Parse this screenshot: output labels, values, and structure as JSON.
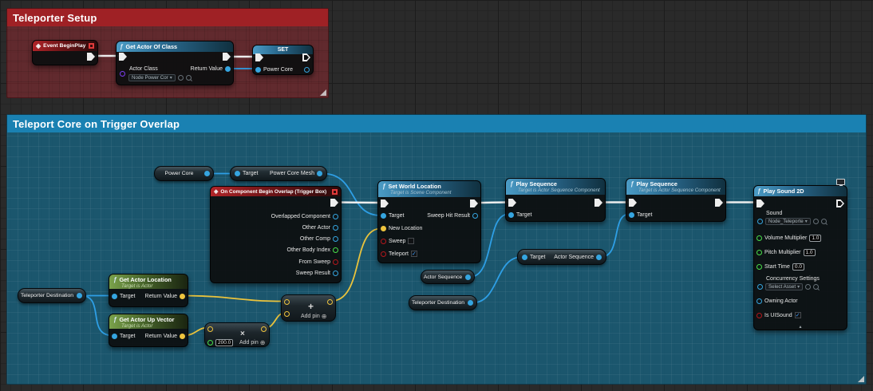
{
  "comments": {
    "setup": {
      "title": "Teleporter Setup"
    },
    "trigger": {
      "title": "Teleport Core on Trigger Overlap"
    }
  },
  "icons": {
    "fn": "ƒ",
    "event": "◈",
    "chevron_down": "▾",
    "add_pin": "⊕",
    "check": "✓",
    "collapse": "▴"
  },
  "colors": {
    "comment_setup_header": "#9f2125",
    "comment_trigger_header": "#1a81b2",
    "exec_wire": "#ededed",
    "object_pin": "#35a5e0",
    "vector_pin": "#eec43e",
    "float_pin": "#49e04b",
    "bool_pin": "#b3171c",
    "class_pin": "#7b3df0"
  },
  "nodes": {
    "event_begin_play": {
      "title": "Event BeginPlay"
    },
    "get_actor_of_class": {
      "title": "Get Actor Of Class",
      "actor_class_label": "Actor Class",
      "actor_class_value": "Node Power Cor",
      "return_value_label": "Return Value"
    },
    "set_power_core": {
      "title": "SET",
      "pin_label": "Power Core"
    },
    "power_core_getter": {
      "label": "Power Core"
    },
    "get_power_core_mesh": {
      "target_label": "Target",
      "output_label": "Power Core Mesh"
    },
    "on_component_begin_overlap": {
      "title": "On Component Begin Overlap (Trigger Box)",
      "pins": [
        "Overlapped Component",
        "Other Actor",
        "Other Comp",
        "Other Body Index",
        "From Sweep",
        "Sweep Result"
      ]
    },
    "set_world_location": {
      "title": "Set World Location",
      "subtitle": "Target is Scene Component",
      "target_label": "Target",
      "new_location_label": "New Location",
      "sweep_label": "Sweep",
      "teleport_label": "Teleport",
      "sweep_hit_result_label": "Sweep Hit Result"
    },
    "play_sequence_1": {
      "title": "Play Sequence",
      "subtitle": "Target is Actor Sequence Component",
      "target_label": "Target"
    },
    "play_sequence_2": {
      "title": "Play Sequence",
      "subtitle": "Target is Actor Sequence Component",
      "target_label": "Target"
    },
    "play_sound_2d": {
      "title": "Play Sound 2D",
      "sound_label": "Sound",
      "sound_value": "Node_Teleporte",
      "volume_multiplier_label": "Volume Multiplier",
      "volume_multiplier_value": "1.0",
      "pitch_multiplier_label": "Pitch Multiplier",
      "pitch_multiplier_value": "1.0",
      "start_time_label": "Start Time",
      "start_time_value": "0.0",
      "concurrency_settings_label": "Concurrency Settings",
      "concurrency_settings_value": "Select Asset",
      "owning_actor_label": "Owning Actor",
      "is_ui_sound_label": "Is UISound"
    },
    "get_actor_sequence": {
      "target_label": "Target",
      "output_label": "Actor Sequence"
    },
    "actor_sequence_getter": {
      "label": "Actor Sequence"
    },
    "teleporter_destination_getter_mid": {
      "label": "Teleporter Destination"
    },
    "teleporter_destination_getter_left": {
      "label": "Teleporter Destination"
    },
    "get_actor_location": {
      "title": "Get Actor Location",
      "subtitle": "Target is Actor",
      "target_label": "Target",
      "return_value_label": "Return Value"
    },
    "get_actor_up_vector": {
      "title": "Get Actor Up Vector",
      "subtitle": "Target is Actor",
      "target_label": "Target",
      "return_value_label": "Return Value"
    },
    "multiply": {
      "operator": "×",
      "value": "200.0",
      "add_pin_label": "Add pin"
    },
    "add": {
      "operator": "+",
      "add_pin_label": "Add pin"
    }
  }
}
